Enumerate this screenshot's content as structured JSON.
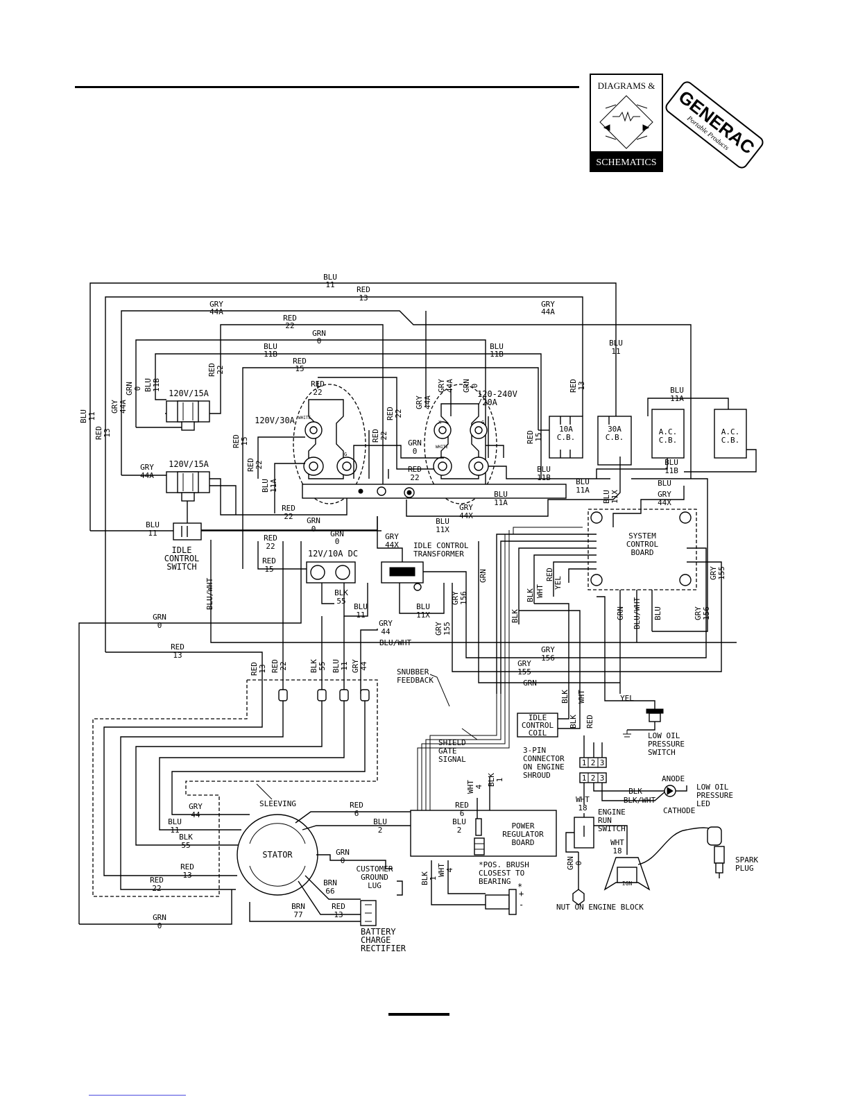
{
  "header": {
    "logo_diagrams_top": "DIAGRAMS &",
    "logo_diagrams_bottom": "SCHEMATICS",
    "logo_brand": "GENERAC",
    "logo_brand_sub": "Portable Products"
  },
  "wires": {
    "top_blu": {
      "color": "BLU",
      "num": "11"
    },
    "top_red": {
      "color": "RED",
      "num": "13"
    },
    "gry44a_left": {
      "color": "GRY",
      "num": "44A"
    },
    "gry44a_right": {
      "color": "GRY",
      "num": "44A"
    },
    "red22_top": {
      "color": "RED",
      "num": "22"
    },
    "grn0_top": {
      "color": "GRN",
      "num": "0"
    },
    "blu11b_left": {
      "color": "BLU",
      "num": "11B"
    },
    "blu11b_right": {
      "color": "BLU",
      "num": "11B"
    },
    "red15_top": {
      "color": "RED",
      "num": "15"
    },
    "blu11_right": {
      "color": "BLU",
      "num": "11"
    },
    "blu11a_right": {
      "color": "BLU",
      "num": "11A"
    },
    "grn0_bottom": {
      "color": "GRN",
      "num": "0"
    },
    "red13_bottom": {
      "color": "RED",
      "num": "13"
    },
    "grn0_stator": {
      "color": "GRN",
      "num": "0"
    },
    "grn0_ground": {
      "color": "GRN",
      "num": "0"
    }
  },
  "components": {
    "recept_120_15a_top": "120V/15A",
    "recept_120_15a_bottom": "120V/15A",
    "recept_120_30a": "120V/30A",
    "recept_120_240": "120-240V",
    "recept_120_240_amp": "/20A",
    "cb_10a": [
      "10A",
      "C.B."
    ],
    "cb_30a": [
      "30A",
      "C.B."
    ],
    "cb_a": [
      "A.C.",
      "C.B."
    ],
    "cb_b": [
      "A.C.",
      "C.B."
    ],
    "idle_control_switch": [
      "IDLE",
      "CONTROL",
      "SWITCH"
    ],
    "dc_outlet": "12V/10A DC",
    "idle_control_transformer": [
      "IDLE CONTROL",
      "TRANSFORMER"
    ],
    "system_control_board": [
      "SYSTEM",
      "CONTROL",
      "BOARD"
    ],
    "snubber_feedback": [
      "SNUBBER",
      "FEEDBACK"
    ],
    "shield_gate_signal": [
      "SHIELD",
      "GATE",
      "SIGNAL"
    ],
    "idle_control_coil": [
      "IDLE",
      "CONTROL",
      "COIL"
    ],
    "low_oil_pressure_switch": [
      "LOW OIL",
      "PRESSURE",
      "SWITCH"
    ],
    "three_pin_connector": [
      "3-PIN",
      "CONNECTOR",
      "ON ENGINE",
      "SHROUD"
    ],
    "anode": "ANODE",
    "cathode": "CATHODE",
    "low_oil_pressure_led": [
      "LOW OIL",
      "PRESSURE",
      "LED"
    ],
    "sleeving": "SLEEVING",
    "power_regulator_board": [
      "POWER",
      "REGULATOR",
      "BOARD"
    ],
    "engine_run_switch": [
      "ENGINE",
      "RUN",
      "SWITCH"
    ],
    "stator": "STATOR",
    "customer_ground_lug": [
      "CUSTOMER",
      "GROUND",
      "LUG"
    ],
    "pos_brush": [
      "*POS. BRUSH",
      "CLOSEST TO",
      "BEARING"
    ],
    "nut_on_engine_block": "NUT ON ENGINE BLOCK",
    "spark_plug": [
      "SPARK",
      "PLUG"
    ],
    "battery_charge_rectifier": [
      "BATTERY",
      "CHARGE",
      "RECTIFIER"
    ],
    "ign": "IGN",
    "white_mark": "WHITE",
    "g_mark": "G",
    "x_mark": "X",
    "pin1": "1",
    "pin2": "2",
    "pin3": "3"
  },
  "misc": {
    "blu_wht": "BLU/WHT",
    "blk_wht": "BLK/WHT",
    "grn": "GRN",
    "blu": "BLU",
    "blk": "BLK",
    "wht": "WHT",
    "red": "RED",
    "yel": "YEL",
    "gry": "GRY",
    "brn": "BRN",
    "n156": "156",
    "n155": "155",
    "n44x": "44X",
    "n11x": "11X",
    "n11a": "11A",
    "n11b": "11B",
    "n11": "11",
    "n13": "13",
    "n15": "15",
    "n22": "22",
    "n44": "44",
    "n44a": "44A",
    "n55": "55",
    "n0": "0",
    "n1": "1",
    "n2": "2",
    "n4": "4",
    "n6": "6",
    "n18": "18",
    "n66": "66",
    "n77": "77",
    "plus": "+",
    "minus": "-",
    "star": "*"
  }
}
